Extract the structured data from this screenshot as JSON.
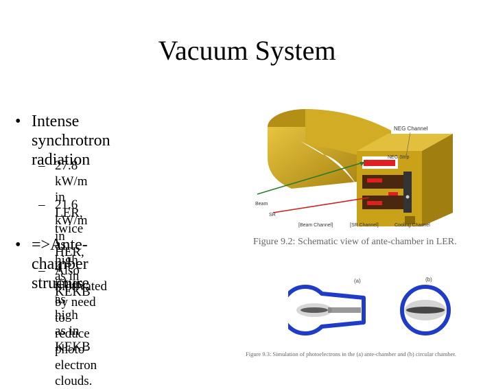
{
  "title": "Vacuum System",
  "bullets": [
    {
      "marker": "•",
      "lines": [
        "Intense synchrotron",
        "radiation"
      ],
      "sub": [
        {
          "marker": "–",
          "lines": [
            "27.8 kW/m in LER, twice",
            "as high as in KEKB"
          ]
        },
        {
          "marker": "–",
          "lines": [
            "21.6 kW/m in HER, 4 times",
            "as high as in KEKB"
          ]
        }
      ]
    },
    {
      "marker": "•",
      "lines": [
        "=>Ante-chamber structure"
      ],
      "sub": [
        {
          "marker": "–",
          "lines": [
            "Also motivated by need to",
            "reduce photo-electron",
            "clouds."
          ]
        }
      ]
    }
  ],
  "figure1": {
    "labels": {
      "neg_channel": "NEG Channel",
      "neg_strip": "NEG Strip",
      "beam": "Beam",
      "sr": "SR",
      "beam_channel": "[Beam Channel]",
      "sr_channel": "[SR Channel]",
      "cooling_channel": "Cooling Channel"
    },
    "caption": "Figure 9.2: Schematic view of ante-chamber in LER."
  },
  "figure2": {
    "panel_a": "(a)",
    "panel_b": "(b)",
    "caption": "Figure 9.3: Simulation of photoelectrons in the (a) ante-chamber and (b) circular chamber."
  },
  "colors": {
    "chamber_gold": "#c9a21a",
    "beam_red": "#cc1f1f",
    "sr_green": "#3a8a3a",
    "sim_blue": "#1e3cc8"
  }
}
